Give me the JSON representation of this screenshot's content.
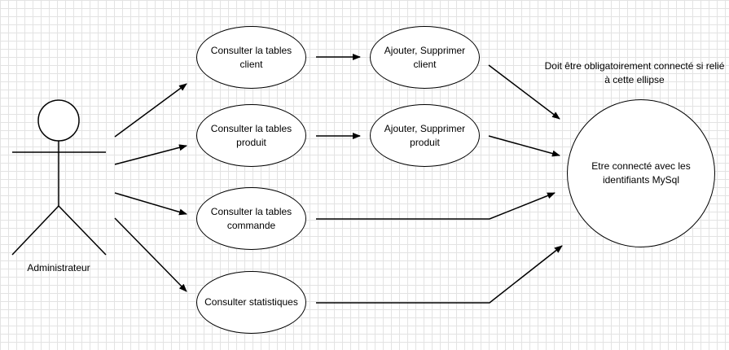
{
  "actor": {
    "label": "Administrateur"
  },
  "use_cases": {
    "consulter_client": "Consulter la tables client",
    "consulter_produit": "Consulter la tables produit",
    "consulter_commande": "Consulter la tables commande",
    "consulter_statistiques": "Consulter statistiques",
    "ajouter_supprimer_client": "Ajouter, Supprimer client",
    "ajouter_supprimer_produit": "Ajouter, Supprimer produit",
    "etre_connecte": "Etre connecté avec les identifiants MySql"
  },
  "note": "Doit être obligatoirement connecté si relié à cette ellipse"
}
